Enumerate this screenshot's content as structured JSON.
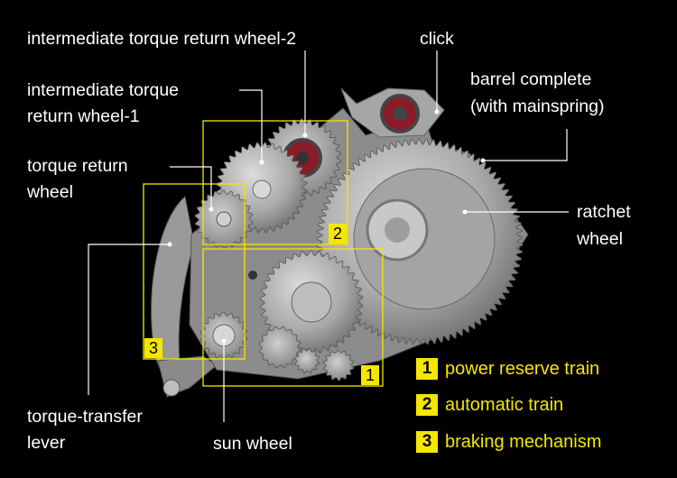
{
  "labels": {
    "intermediate_wheel_2": "intermediate torque return wheel-2",
    "click": "click",
    "barrel_line1": "barrel complete",
    "barrel_line2": "(with mainspring)",
    "intermediate_wheel_1_line1": "intermediate torque",
    "intermediate_wheel_1_line2": "return wheel-1",
    "torque_return_line1": "torque return",
    "torque_return_line2": "wheel",
    "ratchet_line1": "ratchet",
    "ratchet_line2": "wheel",
    "transfer_lever_line1": "torque-transfer",
    "transfer_lever_line2": "lever",
    "sun_wheel": "sun wheel"
  },
  "legend": [
    {
      "num": "1",
      "text": "power reserve train"
    },
    {
      "num": "2",
      "text": "automatic train"
    },
    {
      "num": "3",
      "text": "braking mechanism"
    }
  ],
  "colors": {
    "accent": "#f5e600",
    "background": "#000000",
    "text": "#ffffff"
  }
}
